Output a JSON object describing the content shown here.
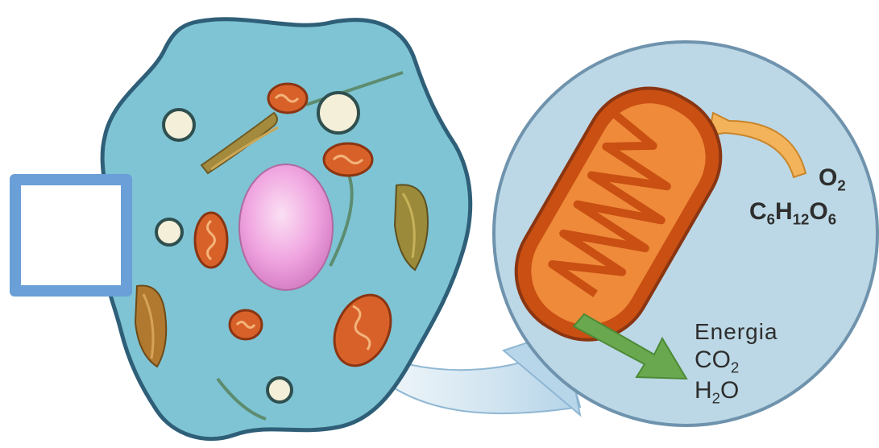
{
  "labels": {
    "o2": {
      "base": "O",
      "sub": "2"
    },
    "glucose": {
      "c": "C",
      "c_sub": "6",
      "h": "H",
      "h_sub": "12",
      "o": "O",
      "o_sub": "6"
    },
    "energia": "Energia",
    "co2": {
      "base": "CO",
      "sub": "2"
    },
    "h2o": {
      "h": "H",
      "h_sub": "2",
      "o": "O"
    }
  },
  "colors": {
    "cell_fill": "#7ec4d4",
    "cell_outline": "#2f5f78",
    "zoom_circle": "#bcd8e6",
    "mitochondrion_outer": "#c94f12",
    "mitochondrion_inner": "#ee8a3a",
    "nucleus": "#ef9ede",
    "input_arrow": "#f2b35a",
    "output_arrow": "#6aa84f",
    "answer_box_border": "#6a9fd8"
  }
}
